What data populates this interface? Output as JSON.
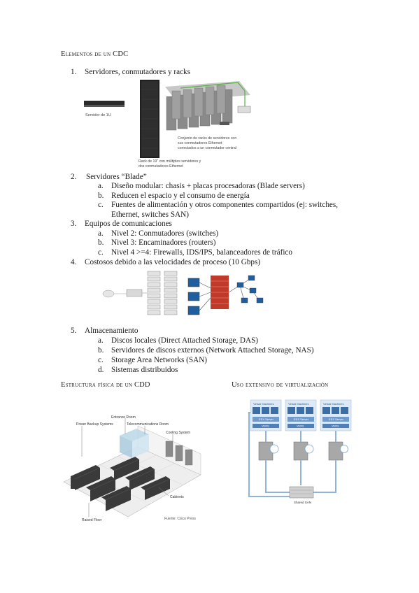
{
  "heading1": "Elementos de un CDC",
  "list1": [
    {
      "num": "1.",
      "text": "Servidores, conmutadores y racks"
    },
    {
      "num": "2.",
      "text": "Servidores “Blade”"
    },
    {
      "num": "3.",
      "text": "Equipos de comunicaciones"
    },
    {
      "num": "4.",
      "text": "Costosos debido a las velocidades de proceso (10 Gbps)"
    },
    {
      "num": "5.",
      "text": "Almacenamiento"
    }
  ],
  "blade_items": [
    {
      "num": "a.",
      "text": "Diseño modular: chasis + placas procesadoras (Blade servers)"
    },
    {
      "num": "b.",
      "text": "Reducen el espacio y el consumo de energía"
    },
    {
      "num": "c.",
      "text": "Fuentes de alimentación y otros componentes compartidos (ej: switches,",
      "text2": "Ethernet, switches SAN)"
    }
  ],
  "comm_items": [
    {
      "num": "a.",
      "text": "Nivel 2: Conmutadores (switches)"
    },
    {
      "num": "b.",
      "text": "Nivel 3: Encaminadores (routers)"
    },
    {
      "num": "c.",
      "text": "Nivel 4 >=4: Firewalls, IDS/IPS, balanceadores de tráfico"
    }
  ],
  "storage_items": [
    {
      "num": "a.",
      "text": "Discos locales (Direct Attached Storage, DAS)"
    },
    {
      "num": "b.",
      "text": "Servidores de discos externos (Network Attached Storage, NAS)"
    },
    {
      "num": "c.",
      "text": "Storage Area Networks (SAN)"
    },
    {
      "num": "d.",
      "text": "Sistemas distribuidos"
    }
  ],
  "heading2": "Estructura física de un CDD",
  "heading3": "Uso extensivo de virtualización",
  "fig1": {
    "server1u": "Servidor de 1U",
    "rack_caption_1": "Rack de 19\" con múltiples servidores y",
    "rack_caption_2": "dos conmutadores Ethernet",
    "set_caption_1": "Conjunto de racks de servidores con",
    "set_caption_2": "sus conmutadores Ethernet",
    "set_caption_3": "conectados a un conmutador central"
  },
  "fig3": {
    "power": "Power Backup Systems",
    "entrance": "Entrance Room",
    "telecom": "Telecommunications Room",
    "cooling": "Cooling System",
    "cabinets": "Cabinets",
    "raised": "Raised Floor",
    "source": "Fuente: Cisco Press"
  },
  "fig4": {
    "vm": "Virtual Machines",
    "esx": "ESX Server",
    "vmfs": "VMFS",
    "san": "Shared SAN"
  }
}
